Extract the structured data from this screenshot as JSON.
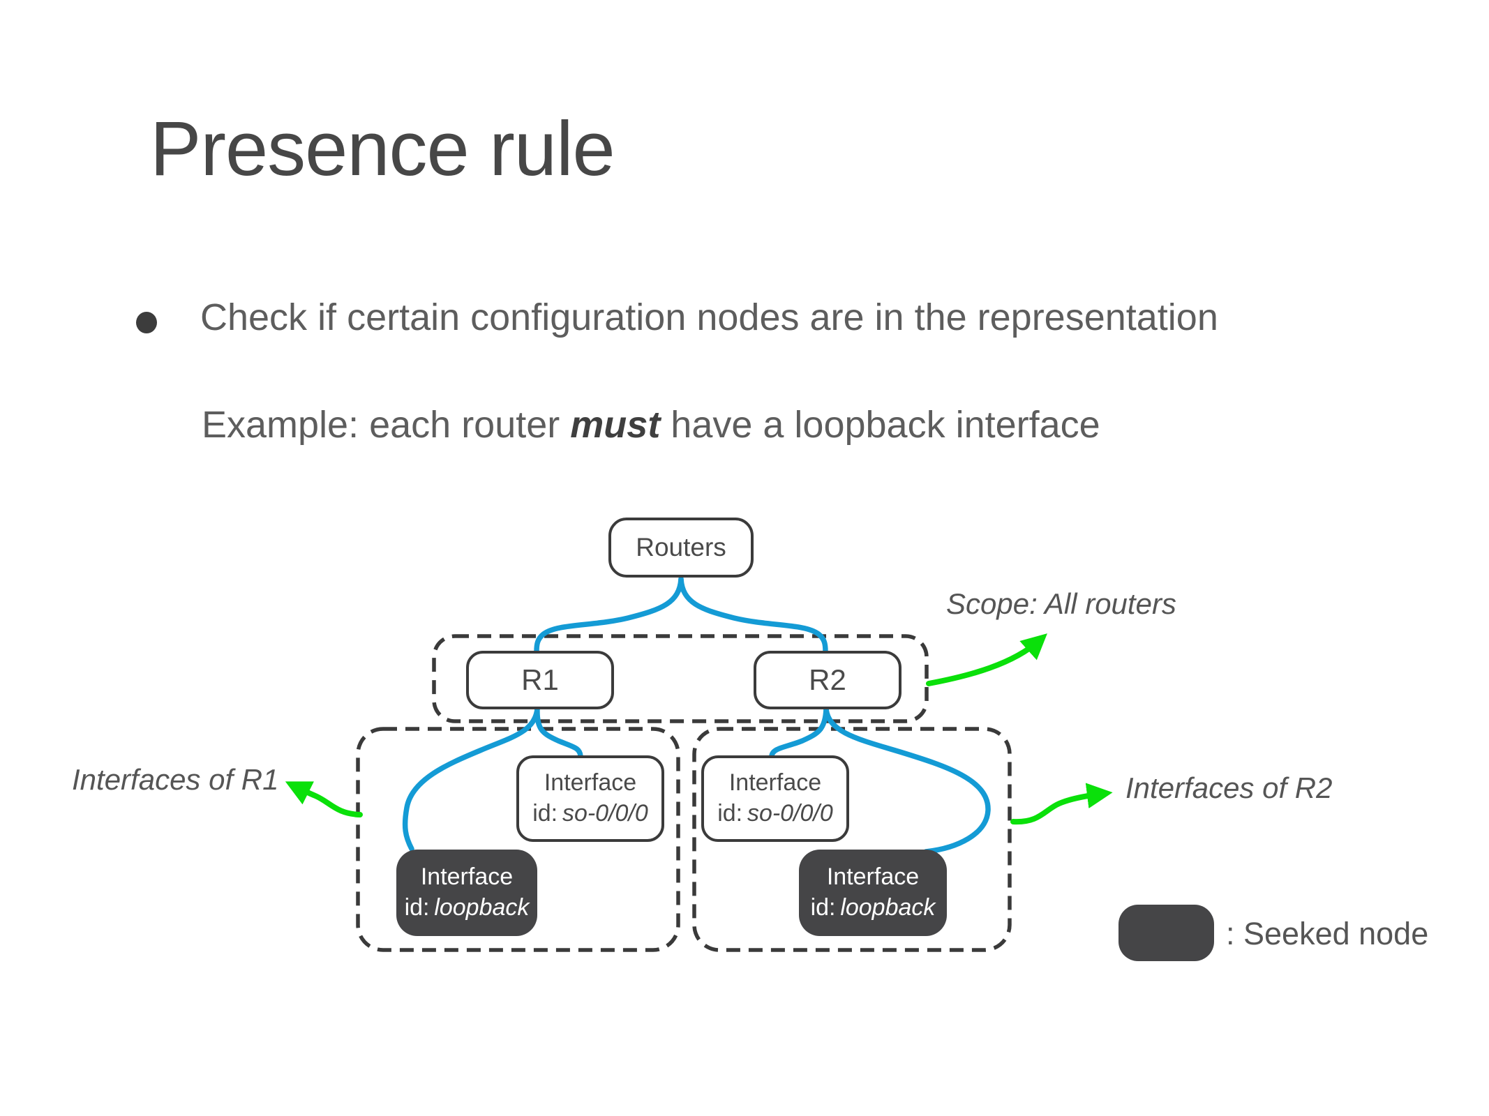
{
  "slide": {
    "title": "Presence rule",
    "bullet_text": "Check if certain configuration nodes are in the representation",
    "example": {
      "prefix": "Example: each router ",
      "emphasis": "must",
      "suffix": " have a loopback interface"
    }
  },
  "diagram": {
    "nodes": {
      "root": {
        "label": "Routers"
      },
      "r1": {
        "label": "R1"
      },
      "r2": {
        "label": "R2"
      },
      "r1_so": {
        "title": "Interface",
        "id_label": "id:",
        "id_value": "so-0/0/0"
      },
      "r1_loopback": {
        "title": "Interface",
        "id_label": "id:",
        "id_value": "loopback"
      },
      "r2_so": {
        "title": "Interface",
        "id_label": "id:",
        "id_value": "so-0/0/0"
      },
      "r2_loopback": {
        "title": "Interface",
        "id_label": "id:",
        "id_value": "loopback"
      }
    },
    "annotations": {
      "scope": "Scope: All routers",
      "interfaces_r1": "Interfaces of R1",
      "interfaces_r2": "Interfaces of R2"
    },
    "legend": {
      "label": ": Seeked node"
    },
    "colors": {
      "edge_blue": "#149bd5",
      "arrow_green": "#0ae00a",
      "seeked_fill": "#454547",
      "node_border": "#3a3a3a"
    }
  }
}
